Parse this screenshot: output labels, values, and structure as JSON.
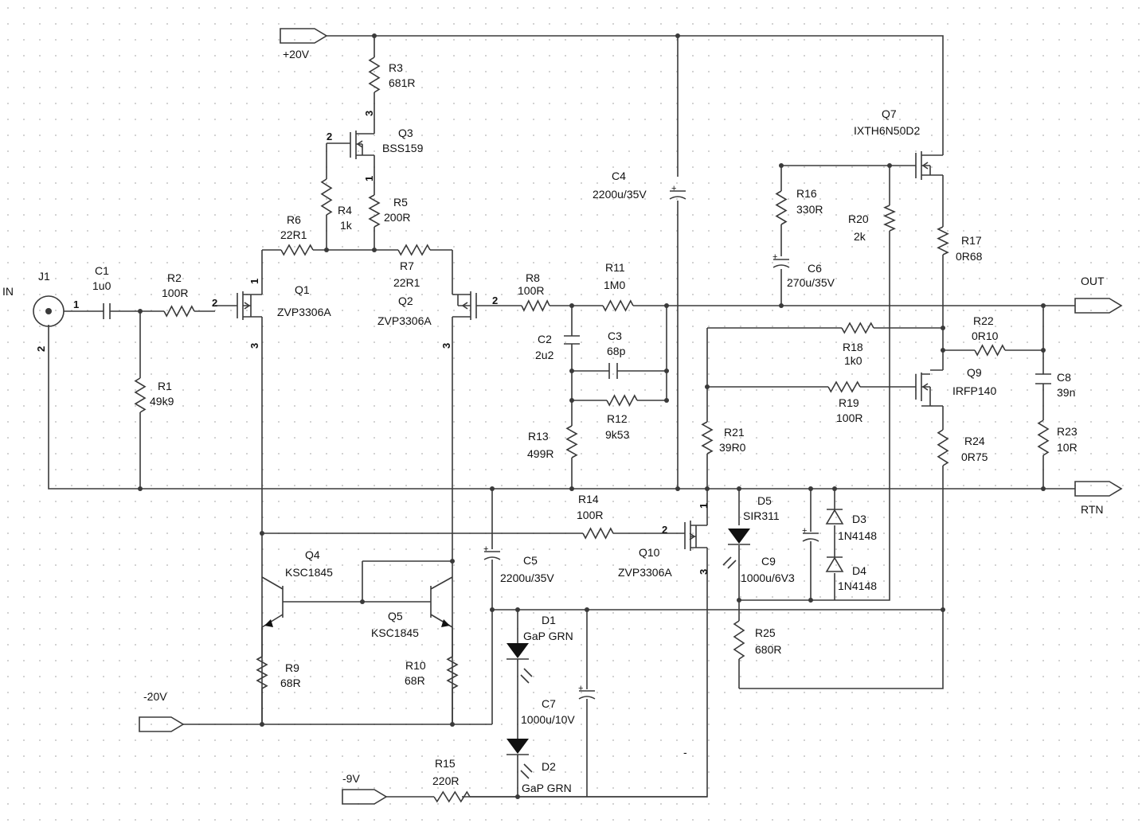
{
  "background": "#ffffff",
  "wire_color": "#3a3a3a",
  "ports": {
    "in": "IN",
    "out": "OUT",
    "rtn": "RTN",
    "vpos20": "+20V",
    "vneg20": "-20V",
    "vneg9": "-9V"
  },
  "components": {
    "J1": {
      "ref": "J1"
    },
    "C1": {
      "ref": "C1",
      "value": "1u0"
    },
    "R1": {
      "ref": "R1",
      "value": "49k9"
    },
    "R2": {
      "ref": "R2",
      "value": "100R"
    },
    "R3": {
      "ref": "R3",
      "value": "681R"
    },
    "R4": {
      "ref": "R4",
      "value": "1k"
    },
    "R5": {
      "ref": "R5",
      "value": "200R"
    },
    "R6": {
      "ref": "R6",
      "value": "22R1"
    },
    "R7": {
      "ref": "R7",
      "value": "22R1"
    },
    "R8": {
      "ref": "R8",
      "value": "100R"
    },
    "R9": {
      "ref": "R9",
      "value": "68R"
    },
    "R10": {
      "ref": "R10",
      "value": "68R"
    },
    "R11": {
      "ref": "R11",
      "value": "1M0"
    },
    "R12": {
      "ref": "R12",
      "value": "9k53"
    },
    "R13": {
      "ref": "R13",
      "value": "499R"
    },
    "R14": {
      "ref": "R14",
      "value": "100R"
    },
    "R15": {
      "ref": "R15",
      "value": "220R"
    },
    "R16": {
      "ref": "R16",
      "value": "330R"
    },
    "R17": {
      "ref": "R17",
      "value": "0R68"
    },
    "R18": {
      "ref": "R18",
      "value": "1k0"
    },
    "R19": {
      "ref": "R19",
      "value": "100R"
    },
    "R20": {
      "ref": "R20",
      "value": "2k"
    },
    "R21": {
      "ref": "R21",
      "value": "39R0"
    },
    "R22": {
      "ref": "R22",
      "value": "0R10"
    },
    "R23": {
      "ref": "R23",
      "value": "10R"
    },
    "R24": {
      "ref": "R24",
      "value": "0R75"
    },
    "R25": {
      "ref": "R25",
      "value": "680R"
    },
    "C2": {
      "ref": "C2",
      "value": "2u2"
    },
    "C3": {
      "ref": "C3",
      "value": "68p"
    },
    "C4": {
      "ref": "C4",
      "value": "2200u/35V"
    },
    "C5": {
      "ref": "C5",
      "value": "2200u/35V"
    },
    "C6": {
      "ref": "C6",
      "value": "270u/35V"
    },
    "C7": {
      "ref": "C7",
      "value": "1000u/10V"
    },
    "C8": {
      "ref": "C8",
      "value": "39n"
    },
    "C9": {
      "ref": "C9",
      "value": "1000u/6V3"
    },
    "Q1": {
      "ref": "Q1",
      "value": "ZVP3306A"
    },
    "Q2": {
      "ref": "Q2",
      "value": "ZVP3306A"
    },
    "Q3": {
      "ref": "Q3",
      "value": "BSS159"
    },
    "Q4": {
      "ref": "Q4",
      "value": "KSC1845"
    },
    "Q5": {
      "ref": "Q5",
      "value": "KSC1845"
    },
    "Q7": {
      "ref": "Q7",
      "value": "IXTH6N50D2"
    },
    "Q9": {
      "ref": "Q9",
      "value": "IRFP140"
    },
    "Q10": {
      "ref": "Q10",
      "value": "ZVP3306A"
    },
    "D1": {
      "ref": "D1",
      "value": "GaP GRN"
    },
    "D2": {
      "ref": "D2",
      "value": "GaP GRN"
    },
    "D3": {
      "ref": "D3",
      "value": "1N4148"
    },
    "D4": {
      "ref": "D4",
      "value": "1N4148"
    },
    "D5": {
      "ref": "D5",
      "value": "SIR311"
    }
  },
  "pins": {
    "p1": "1",
    "p2": "2",
    "p3": "3"
  },
  "stray_mark": "-"
}
